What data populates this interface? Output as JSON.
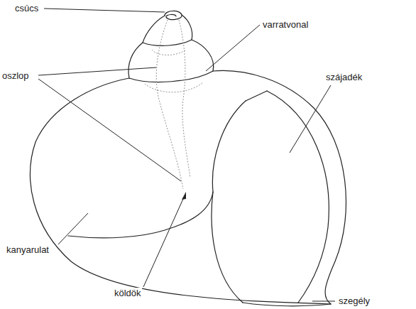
{
  "diagram": {
    "labels": [
      "csúcs",
      "varratvonal",
      "oszlop",
      "szájadék",
      "kanyarulat",
      "köldök",
      "szegély"
    ]
  }
}
